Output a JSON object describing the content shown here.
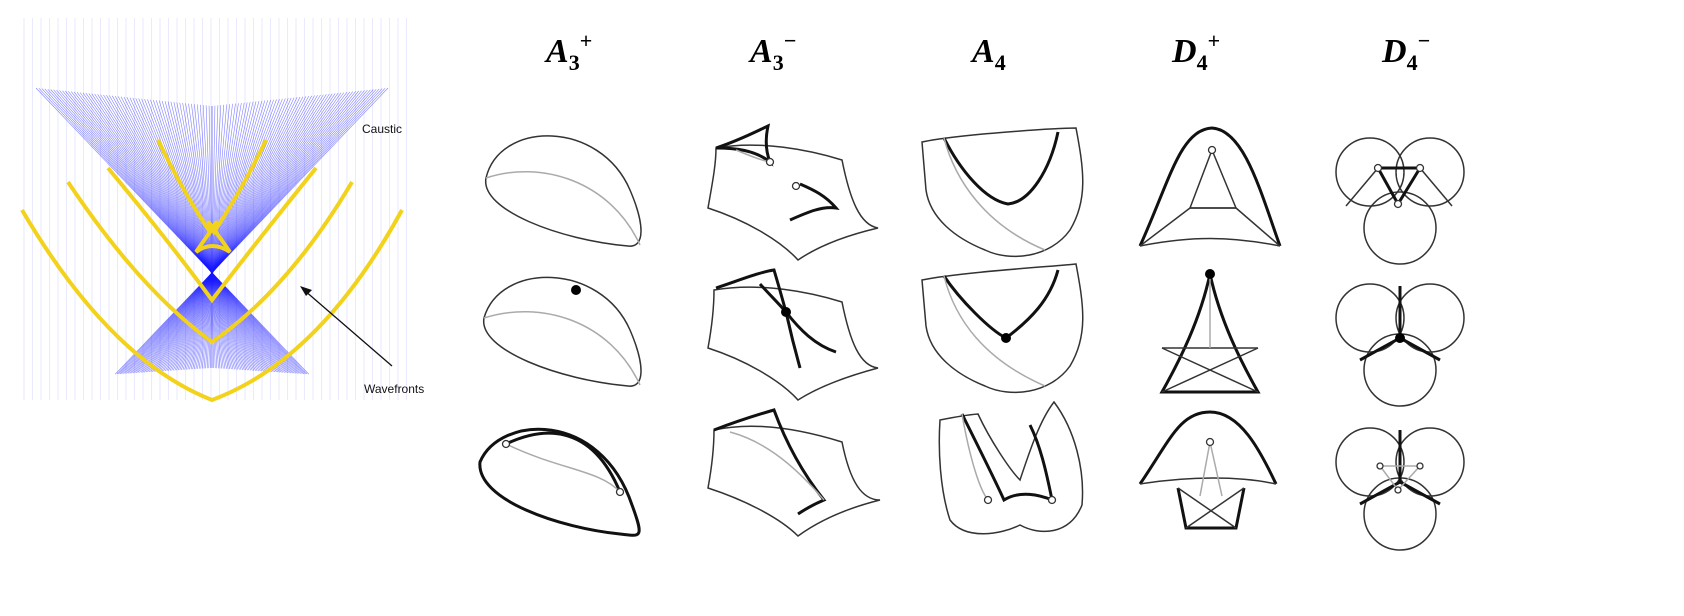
{
  "left_panel": {
    "caustic_label": "Caustic",
    "wavefronts_label": "Wavefronts",
    "colors": {
      "rays": "#1a1aff",
      "wavefront": "#f2d21a"
    }
  },
  "columns": [
    {
      "letter": "A",
      "sub": "3",
      "sup": "+"
    },
    {
      "letter": "A",
      "sub": "3",
      "sup": "−"
    },
    {
      "letter": "A",
      "sub": "4",
      "sup": ""
    },
    {
      "letter": "D",
      "sub": "4",
      "sup": "+"
    },
    {
      "letter": "D",
      "sub": "4",
      "sup": "−"
    }
  ]
}
